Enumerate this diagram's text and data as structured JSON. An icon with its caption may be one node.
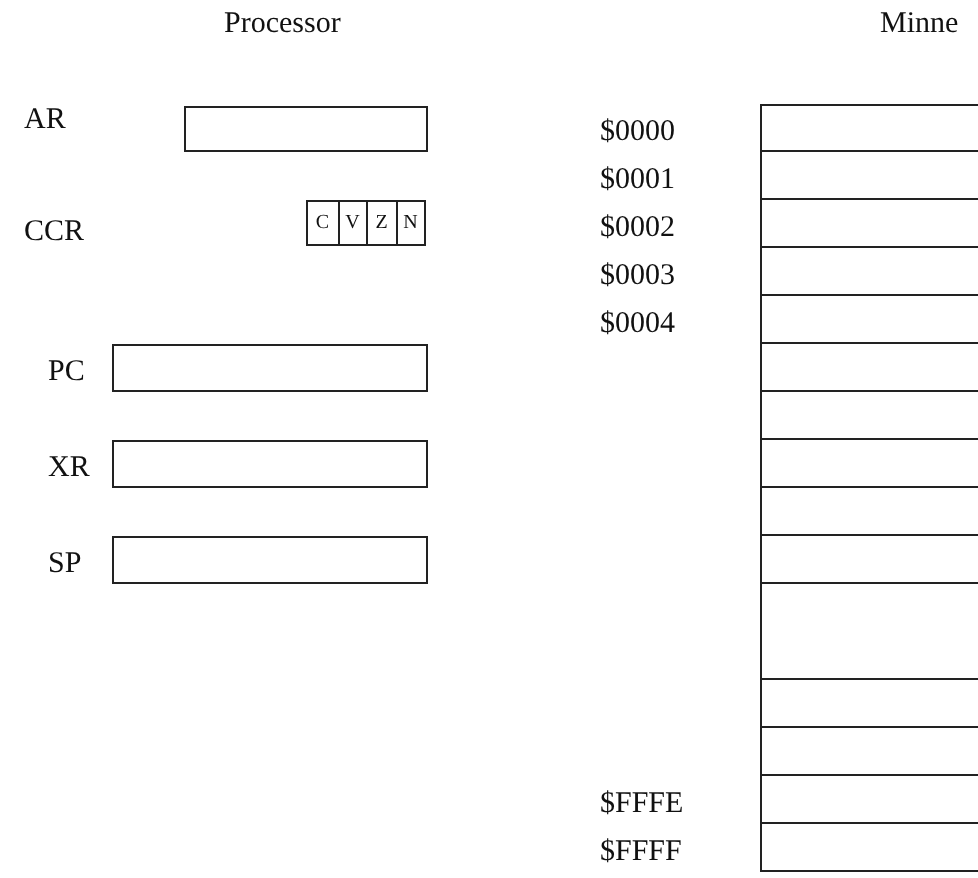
{
  "diagram": {
    "nodes": [
      {
        "text": [
          "AR"
        ]
      },
      {
        "text": [],
        "shape": "box"
      },
      {
        "text": [
          "C"
        ],
        "in": 1
      },
      {
        "text": [
          "V"
        ],
        "in": 1
      },
      {
        "text": [
          "Z"
        ],
        "in": 1
      },
      {
        "text": [
          "N"
        ],
        "in": 1
      },
      {
        "text": [
          "PC"
        ]
      },
      {
        "text": [
          "XR"
        ]
      },
      {
        "text": [
          "SP"
        ]
      },
      {
        "text": [
          "Minne"
        ]
      },
      {
        "text": [
          "$0000"
        ],
        "in": 9
      },
      {
        "text": [
          "$0001"
        ],
        "in": 9
      },
      {
        "text": [
          "$0002"
        ],
        "in": 9
      },
      {
        "text": [
          "$0003"
        ],
        "in": 9
      },
      {
        "text": [
          "$0004"
        ],
        "in": 9
      },
      {
        "text": [],
        "shape": "box",
        "in": 9
      },
      {
        "text": [],
        "shape": "box",
        "in": 9
      },
      {
        "text": [],
        "shape": "box",
        "in": 9
      },
      {
        "text": [],
        "shape": "box",
        "in": 9
      },
      {
        "text": [],
        "shape": "box",
        "in": 9
      },
      {
        "text": [],
        "shape": "box",
        "in": 9
      },
      {
        "text": [],
        "shape": "box",
        "in": 9
      },
      {
        "text": [],
        "shape": "box",
        "in": 9
      },
      {
        "text": [
          "$FFFE"
        ],
        "in": 9
      },
      {
        "text": [
          "$FFFF"
        ],
        "in": 9
      }
    ],
    "labels": [
      "Processor",
      "CCR"
    ]
  }
}
